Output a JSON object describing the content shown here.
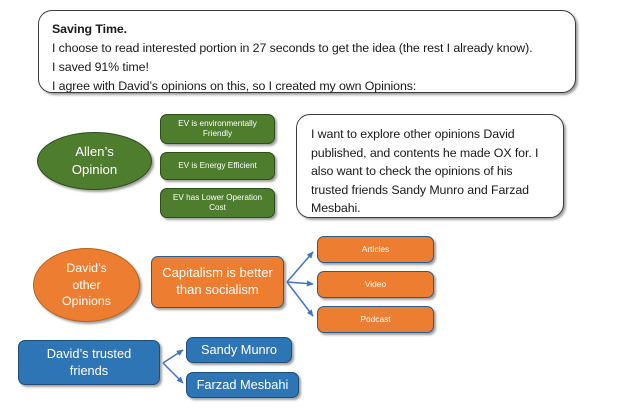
{
  "diagram": {
    "title": "Saving Time opinions diagram",
    "colors": {
      "green": "#4E7D2E",
      "green_border": "#2F4C1B",
      "orange": "#ED7D31",
      "blue": "#2E75B6",
      "blue_border": "#1F4E79",
      "arrow": "#4472C4",
      "callout_border": "#3C3C3C",
      "background": "#FFFFFF"
    }
  },
  "top_callout": {
    "name": "saving-time-callout",
    "lines": [
      "Saving Time.",
      "I choose to read interested portion in 27 seconds to get the idea (the rest I already know).",
      "I saved 91% time!",
      "I agree with David’s opinions on this, so I created my own Opinions:"
    ]
  },
  "allen": {
    "ellipse_label": "Allen’s\nOpinion",
    "ellipse_line1": "Allen’s",
    "ellipse_line2": "Opinion",
    "opinions": [
      {
        "label": "EV is environmentally Friendly",
        "line1": "EV is environmentally",
        "line2": "Friendly"
      },
      {
        "label": "EV is Energy Efficient",
        "line1": "EV is Energy Efficient",
        "line2": ""
      },
      {
        "label": "EV has Lower Operation Cost",
        "line1": "EV has Lower Operation",
        "line2": "Cost"
      }
    ]
  },
  "right_callout": {
    "name": "explore-opinions-callout",
    "text": "I want to explore other opinions David published, and contents he made OX for. I also want to check the opinions of his trusted friends Sandy Munro and Farzad Mesbahi."
  },
  "david_opinions": {
    "ellipse_line1": "David’s",
    "ellipse_line2": "other",
    "ellipse_line3": "Opinions",
    "main_box_line1": "Capitalism is better",
    "main_box_line2": "than socialism",
    "formats": [
      {
        "label": "Articles"
      },
      {
        "label": "Video"
      },
      {
        "label": "Podcast"
      }
    ]
  },
  "david_friends": {
    "box_line1": "David’s trusted",
    "box_line2": "friends",
    "friends": [
      {
        "label": "Sandy Munro"
      },
      {
        "label": "Farzad Mesbahi"
      }
    ]
  }
}
